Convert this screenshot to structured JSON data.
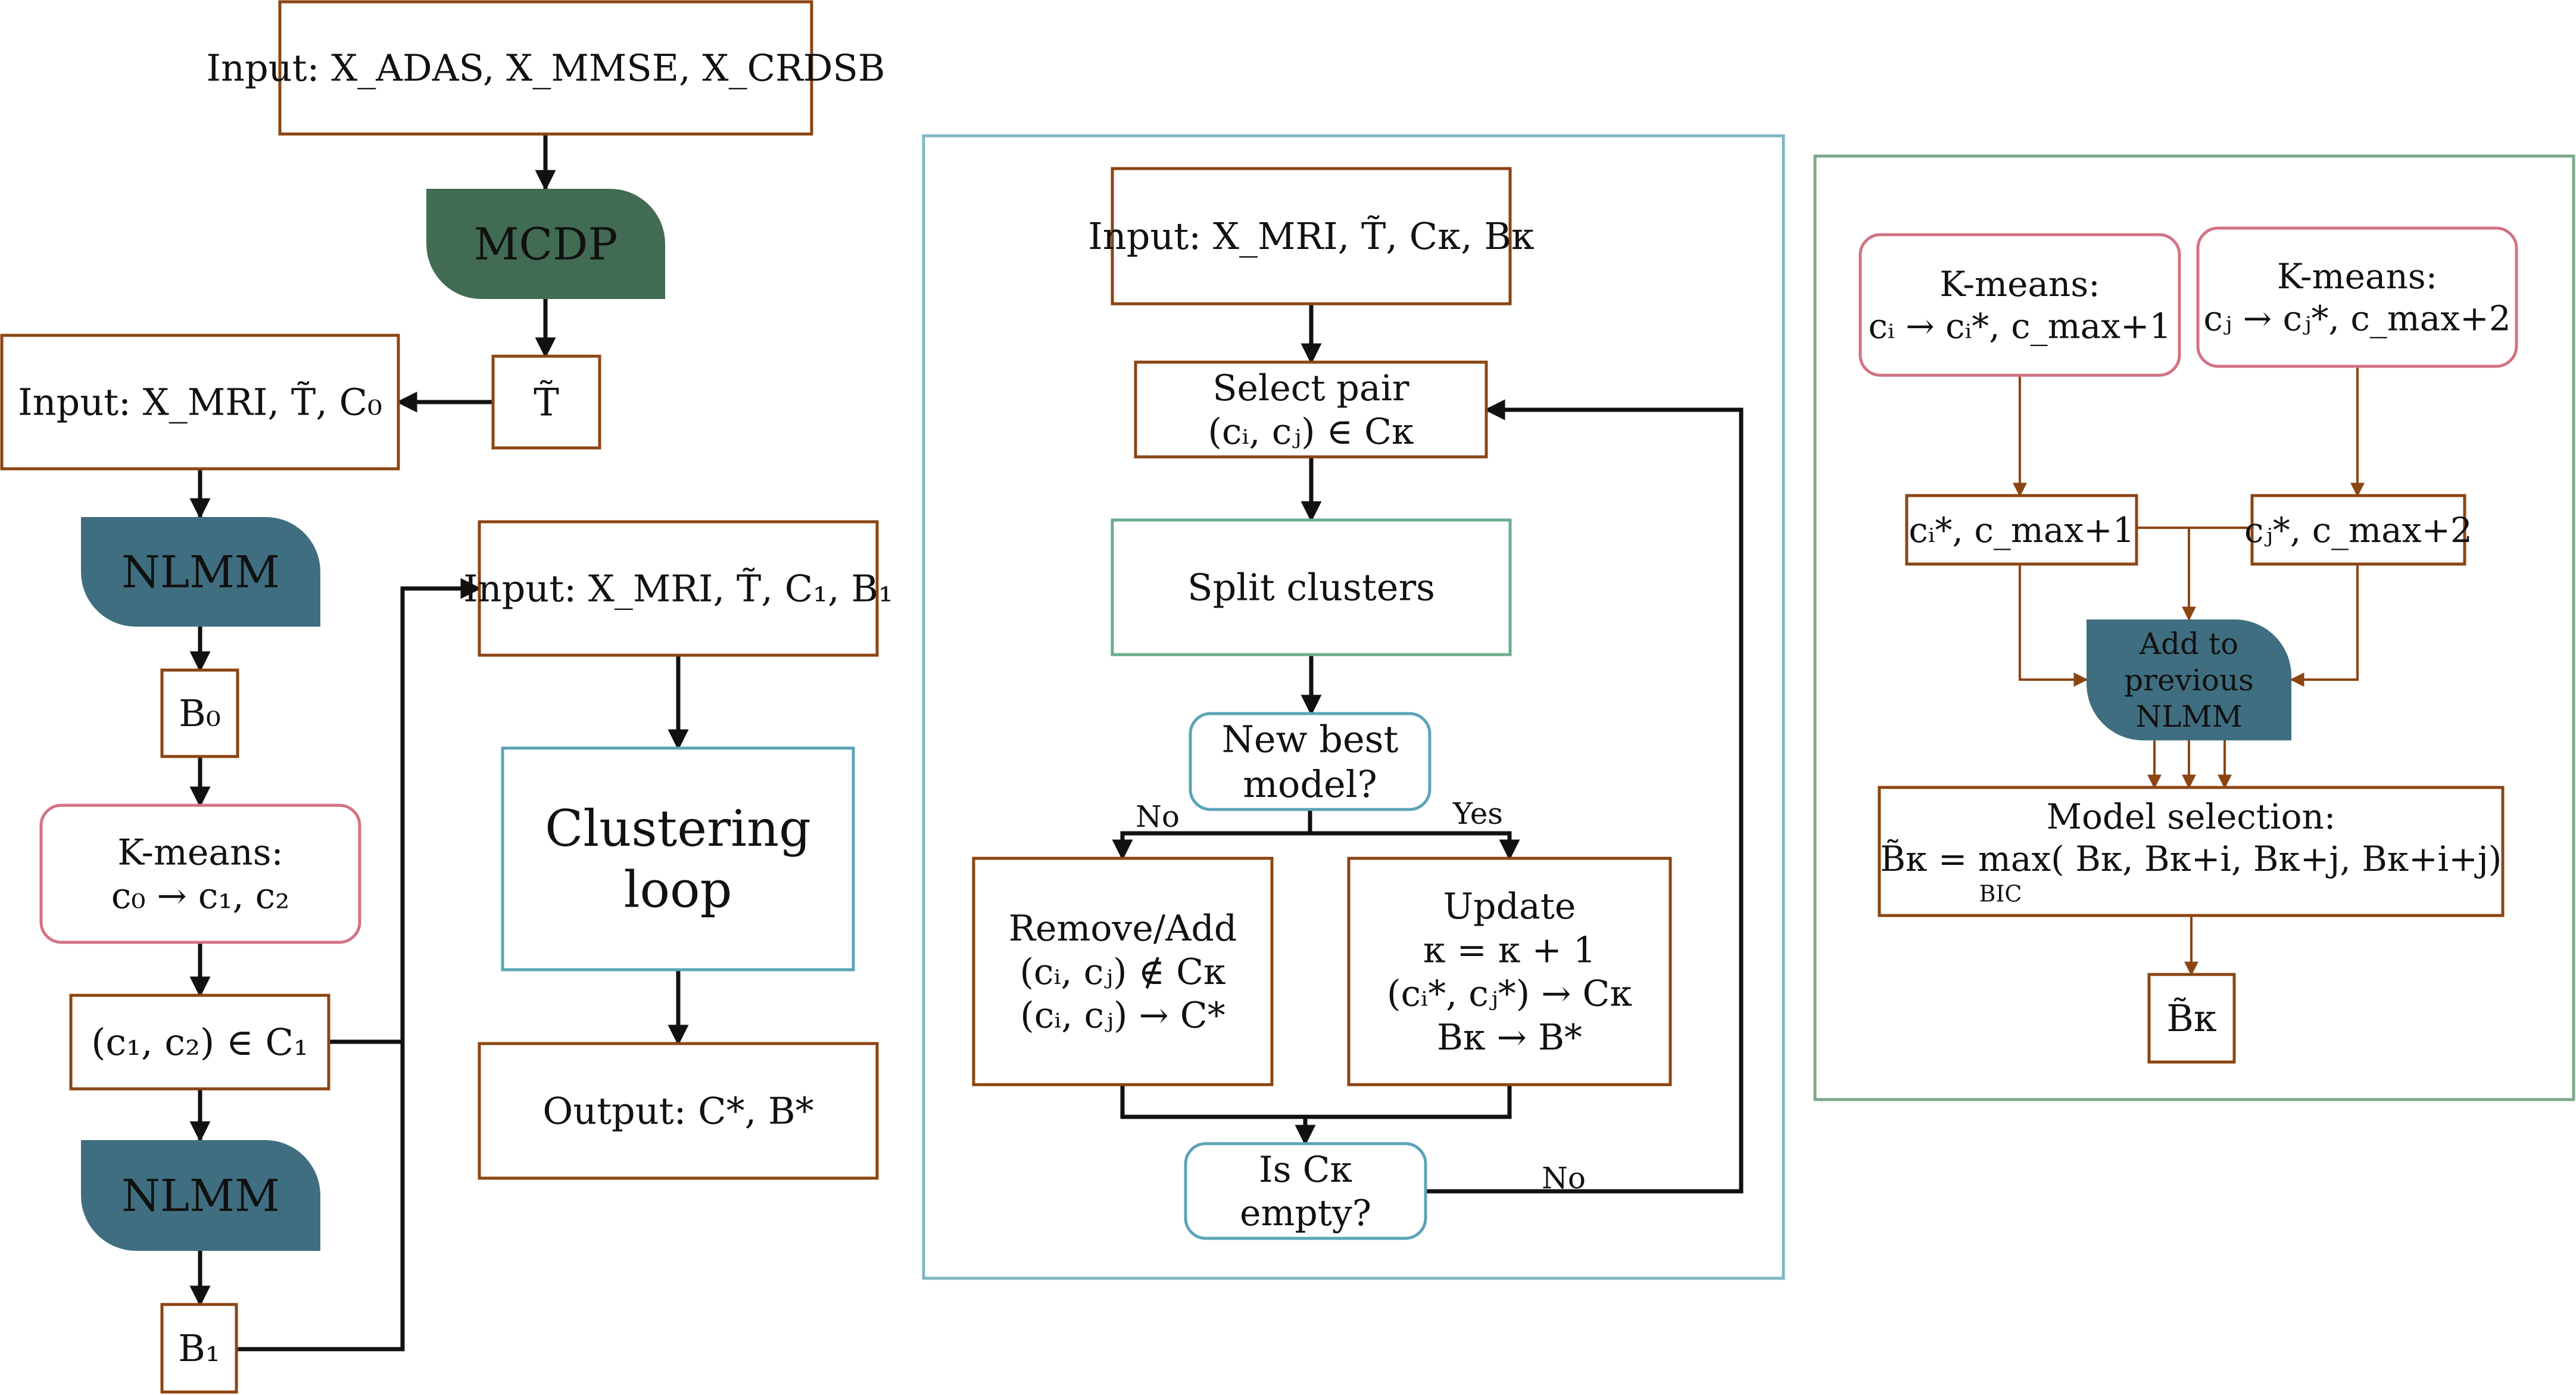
{
  "colors": {
    "brown": "#8B4513",
    "teal_border": "#5BA4B8",
    "green_border": "#6BAE8E",
    "pink_border": "#D27384",
    "panel_blue": "#7FB7C4",
    "panel_green": "#7DA88A",
    "mcdp_fill": "#416B52",
    "nlmm_fill": "#3F6E80",
    "black": "#111111"
  },
  "left": {
    "input_top": [
      "Input: X_ADAS, X_MMSE, X_CRDSB"
    ],
    "mcdp": [
      "MCDP"
    ],
    "t_tilde": [
      "T̃"
    ],
    "input_c0": [
      "Input: X_MRI, T̃, C₀"
    ],
    "nlmm_1": [
      "NLMM"
    ],
    "b0": [
      "B₀"
    ],
    "kmeans": [
      "K-means:",
      "c₀ → c₁, c₂"
    ],
    "c1c2": [
      "(c₁, c₂) ∈ C₁"
    ],
    "nlmm_2": [
      "NLMM"
    ],
    "b1": [
      "B₁"
    ],
    "input_c1": [
      "Input: X_MRI, T̃, C₁, B₁"
    ],
    "clustering_loop": [
      "Clustering",
      "loop"
    ],
    "output": [
      "Output: C*, B*"
    ]
  },
  "middle": {
    "input": [
      "Input: X_MRI, T̃, Cκ, Bκ"
    ],
    "select_pair": [
      "Select pair",
      "(cᵢ, cⱼ) ∈ Cκ"
    ],
    "split": [
      "Split clusters"
    ],
    "new_best": [
      "New best",
      "model?"
    ],
    "no_label": "No",
    "yes_label": "Yes",
    "remove_add": [
      "Remove/Add",
      "(cᵢ, cⱼ) ∉ Cκ",
      "(cᵢ, cⱼ) → C*"
    ],
    "update": [
      "Update",
      "κ = κ + 1",
      "(cᵢ*, cⱼ*) → Cκ",
      "Bκ → B*"
    ],
    "is_empty": [
      "Is Cκ",
      "empty?"
    ],
    "loop_no_label": "No"
  },
  "right": {
    "kmeans_i": [
      "K-means:",
      "cᵢ → cᵢ*, c_max+1"
    ],
    "kmeans_j": [
      "K-means:",
      "cⱼ → cⱼ*, c_max+2"
    ],
    "ci_star": [
      "cᵢ*, c_max+1"
    ],
    "cj_star": [
      "cⱼ*, c_max+2"
    ],
    "add_prev": [
      "Add to",
      "previous",
      "NLMM"
    ],
    "model_selection": [
      "Model selection:",
      "B̃κ = max( Bκ, Bκ+i, Bκ+j, Bκ+i+j)",
      "BIC"
    ],
    "b_tilde": [
      "B̃κ"
    ]
  }
}
